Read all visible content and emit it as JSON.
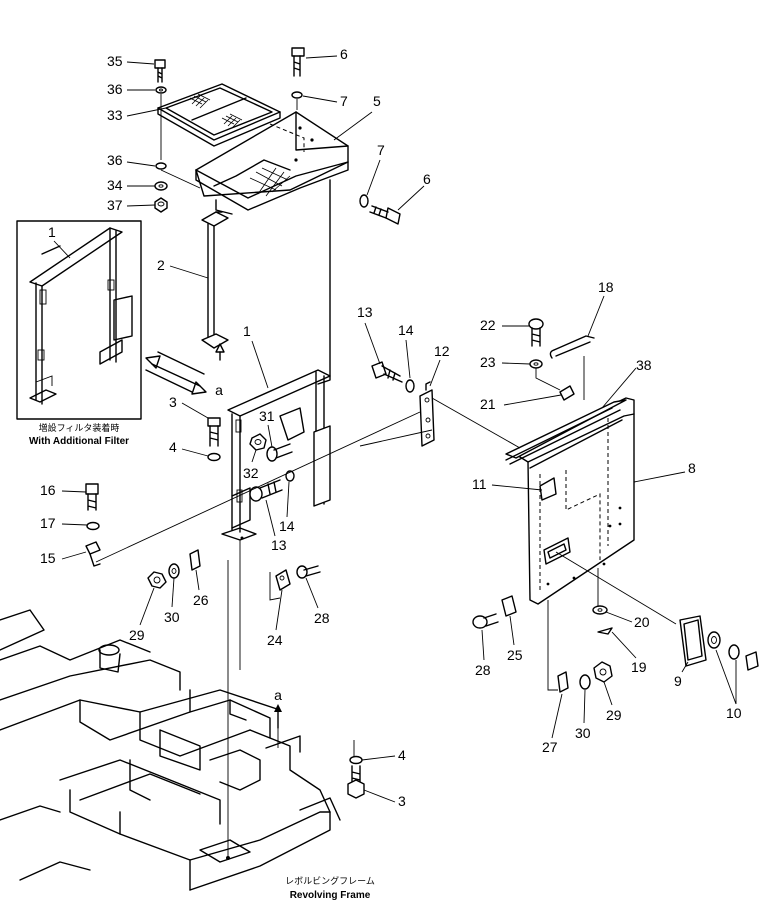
{
  "labels": {
    "n1": "1",
    "n1b": "1",
    "n2": "2",
    "n3": "3",
    "n3b": "3",
    "n4": "4",
    "n4b": "4",
    "n5": "5",
    "n6": "6",
    "n6b": "6",
    "n7": "7",
    "n7b": "7",
    "n8": "8",
    "n9": "9",
    "n10": "10",
    "n11": "11",
    "n12": "12",
    "n13": "13",
    "n13b": "13",
    "n14": "14",
    "n14b": "14",
    "n15": "15",
    "n16": "16",
    "n17": "17",
    "n18": "18",
    "n19": "19",
    "n20": "20",
    "n21": "21",
    "n22": "22",
    "n23": "23",
    "n24": "24",
    "n25": "25",
    "n26": "26",
    "n27": "27",
    "n28": "28",
    "n28b": "28",
    "n29": "29",
    "n29b": "29",
    "n30": "30",
    "n30b": "30",
    "n31": "31",
    "n32": "32",
    "n33": "33",
    "n34": "34",
    "n35": "35",
    "n36": "36",
    "n36b": "36",
    "n37": "37",
    "n38": "38"
  },
  "view_marks": {
    "a_top": "a",
    "a_bottom": "a"
  },
  "captions": {
    "inset_jp": "増設フィルタ装着時",
    "inset_en": "With Additional Filter",
    "frame_jp": "レボルビングフレーム",
    "frame_en": "Revolving Frame"
  }
}
